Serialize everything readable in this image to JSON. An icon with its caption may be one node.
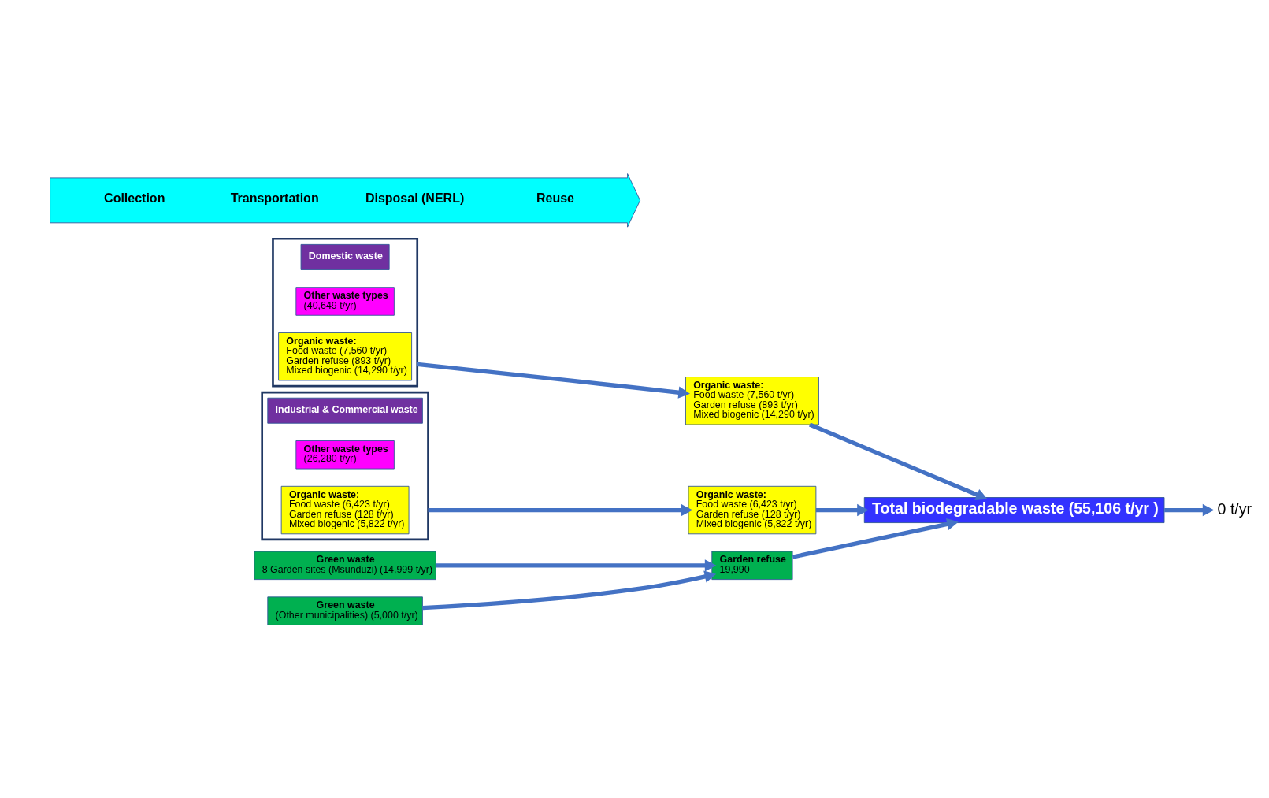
{
  "diagram": {
    "nodes": [
      {
        "text": [
          "Collection",
          "Transportation",
          "Disposal (NERL)",
          "Reuse"
        ]
      },
      {
        "text": [],
        "shape": "box"
      },
      {
        "text": [
          "Domestic waste"
        ],
        "in": 1
      },
      {
        "text": [
          "Other waste types",
          "(40,649 t/yr)"
        ],
        "in": 1
      },
      {
        "text": [
          "Organic waste:",
          "Food waste (7,560 t/yr)",
          "Garden refuse (893 t/yr)",
          "Mixed biogenic (14,290 t/yr)"
        ],
        "in": 1
      },
      {
        "text": [],
        "shape": "box"
      },
      {
        "text": [
          "Industrial & Commercial waste"
        ],
        "in": 5
      },
      {
        "text": [
          "Other waste types",
          "(26,280 t/yr)"
        ],
        "in": 5
      },
      {
        "text": [
          "Organic waste:",
          "Food waste (6,423 t/yr)",
          "Garden refuse (128 t/yr)",
          "Mixed biogenic (5,822 t/yr)"
        ],
        "in": 5
      },
      {
        "text": [
          "Green waste",
          "8 Garden sites (Msunduzi) (14,999 t/yr)"
        ]
      },
      {
        "text": [
          "Green waste",
          "(Other municipalities) (5,000 t/yr)"
        ]
      },
      {
        "text": [
          "Organic waste:",
          "Food waste (7,560 t/yr)",
          "Garden refuse (893 t/yr)",
          "Mixed biogenic (14,290 t/yr)"
        ]
      },
      {
        "text": [
          "Organic waste:",
          "Food waste (6,423 t/yr)",
          "Garden refuse (128 t/yr)",
          "Mixed biogenic (5,822 t/yr)"
        ]
      },
      {
        "text": [
          "Garden refuse",
          "19,990"
        ]
      },
      {
        "text": [
          "Total biodegradable waste (55,106 t/yr )"
        ]
      },
      {
        "text": [
          "0 t/yr"
        ]
      }
    ],
    "edges": [
      {
        "from": 1,
        "to": 11,
        "arrow": "to"
      },
      {
        "from": 5,
        "to": 12,
        "arrow": "to"
      },
      {
        "from": 9,
        "to": 13,
        "arrow": "to"
      },
      {
        "from": 10,
        "to": 13,
        "arrow": "to"
      },
      {
        "from": 11,
        "to": 14,
        "arrow": "to"
      },
      {
        "from": 12,
        "to": 14,
        "arrow": "to"
      },
      {
        "from": 13,
        "to": 14,
        "arrow": "to"
      },
      {
        "from": 14,
        "to": 15,
        "arrow": "to"
      }
    ]
  }
}
